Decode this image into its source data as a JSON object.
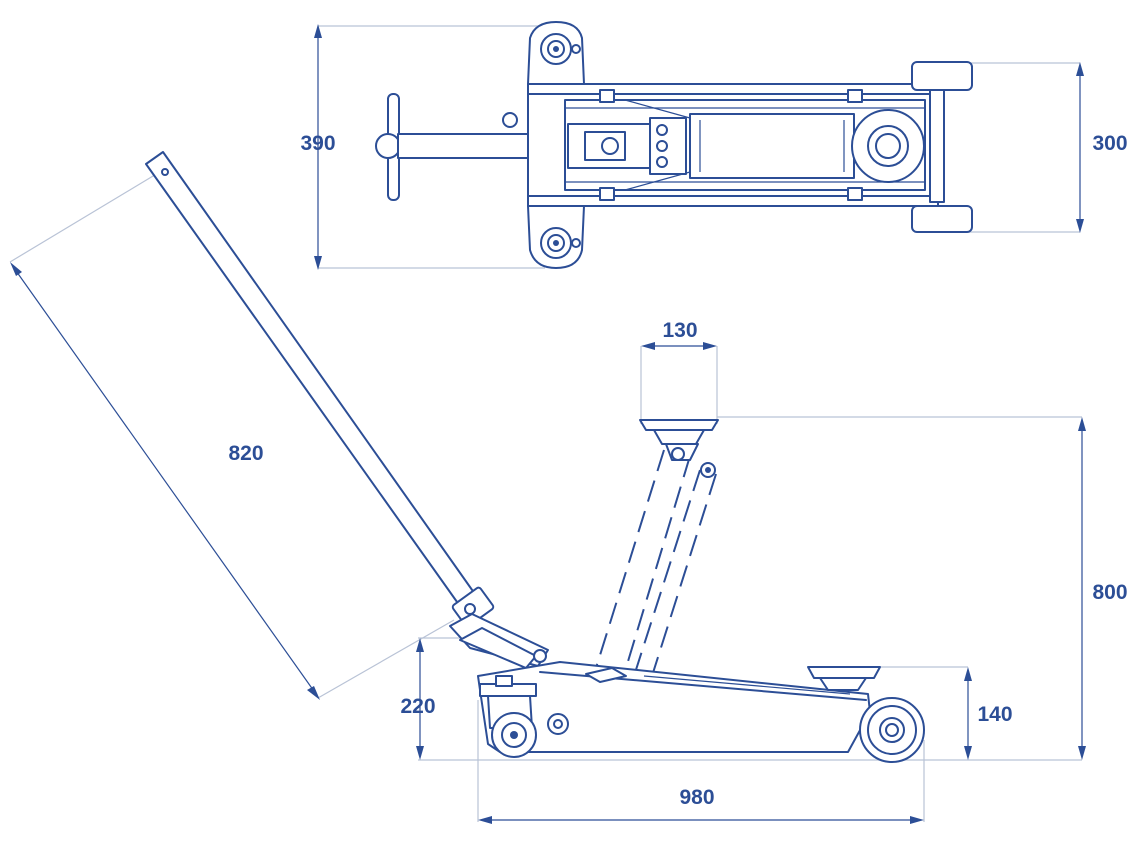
{
  "colors": {
    "line": "#2c4e96",
    "extension": "#b9c3d6",
    "background": "#ffffff"
  },
  "dimensions": {
    "top_width": "390",
    "top_track": "300",
    "handle_length": "820",
    "saddle_width": "130",
    "max_height": "800",
    "handle_pivot_height": "220",
    "min_height": "140",
    "overall_length": "980"
  }
}
